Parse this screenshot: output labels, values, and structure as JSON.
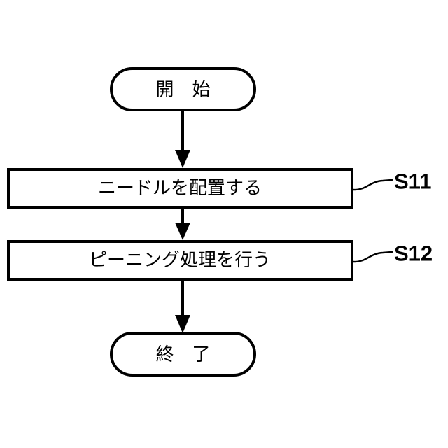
{
  "diagram": {
    "type": "flowchart",
    "orientation": "vertical",
    "background_color": "#ffffff",
    "line_color": "#000000",
    "language": "ja",
    "nodes": [
      {
        "id": "start",
        "shape": "terminator",
        "label": "開　始",
        "step_label": ""
      },
      {
        "id": "s11",
        "shape": "process",
        "label": "ニードルを配置する",
        "step_label": "S11"
      },
      {
        "id": "s12",
        "shape": "process",
        "label": "ピーニング処理を行う",
        "step_label": "S12"
      },
      {
        "id": "end",
        "shape": "terminator",
        "label": "終　了",
        "step_label": ""
      }
    ],
    "edges": [
      {
        "from": "start",
        "to": "s11",
        "arrow": "down"
      },
      {
        "from": "s11",
        "to": "s12",
        "arrow": "down"
      },
      {
        "from": "s12",
        "to": "end",
        "arrow": "down"
      }
    ]
  }
}
